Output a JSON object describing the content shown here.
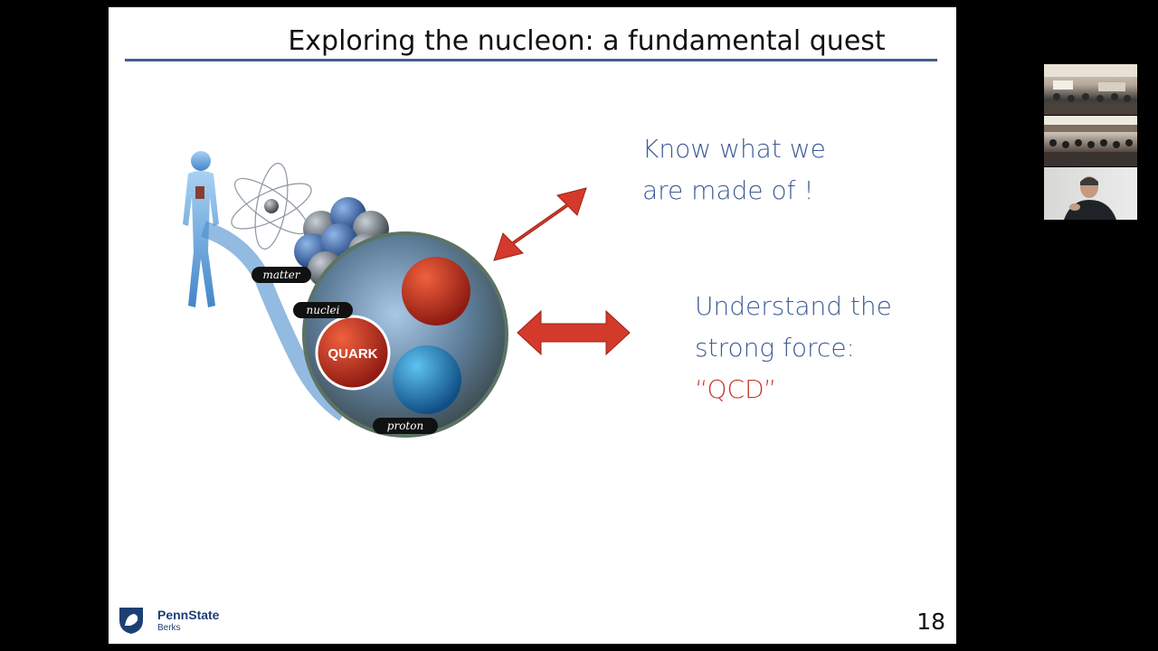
{
  "slide": {
    "title": "Exploring the nucleon: a fundamental quest",
    "point1": {
      "line1": "Know what we",
      "line2": "are made of !"
    },
    "point2": {
      "line1": "Understand the",
      "line2": "strong force:",
      "line3": "“QCD”"
    },
    "labels": {
      "matter": "matter",
      "nuclei": "nuclei",
      "proton": "proton",
      "quark": "QUARK"
    },
    "page_number": "18",
    "logo": {
      "name": "PennState",
      "campus": "Berks"
    }
  },
  "colors": {
    "accent_blue": "#3e5b96",
    "accent_red": "#c8382b",
    "rule": "#3f5f8f"
  }
}
